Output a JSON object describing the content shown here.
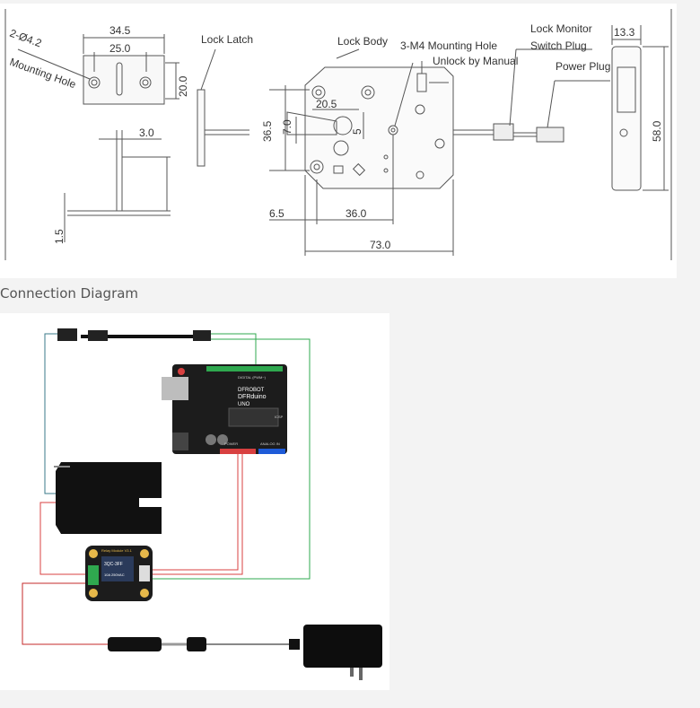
{
  "dimension_drawing": {
    "values": {
      "width_top": "34.5",
      "slot_spacing": "25.0",
      "mount_height": "20.0",
      "hole_spec": "2-Ø4.2",
      "latch_thickness": "3.0",
      "base_thickness": "1.5",
      "latch_offset": "20.5",
      "body_height": "36.5",
      "latch_height": "7.0",
      "small_dim": "5",
      "left_offset": "6.5",
      "hole_spacing": "36.0",
      "total_length": "73.0",
      "side_width": "13.3",
      "side_height": "58.0"
    },
    "labels": {
      "mounting_hole": "Mounting Hole",
      "lock_latch": "Lock Latch",
      "lock_body": "Lock Body",
      "m4_hole": "3-M4 Mounting Hole",
      "unlock_manual": "Unlock by Manual",
      "lock_monitor": "Lock Monitor",
      "switch_plug": "Switch Plug",
      "power_plug": "Power Plug"
    }
  },
  "connection": {
    "heading": "Connection Diagram",
    "board": {
      "brand": "DFROBOT",
      "name": "DFRduino",
      "model": "UNO",
      "header_digital": "DIGITAL (PWM~)",
      "header_power": "POWER",
      "header_analog": "ANALOG IN",
      "icsp": "ICSP"
    },
    "relay": {
      "title": "Relay Module V3.1",
      "part": "3QC-3FF",
      "spec": "10A 250VAC"
    }
  }
}
